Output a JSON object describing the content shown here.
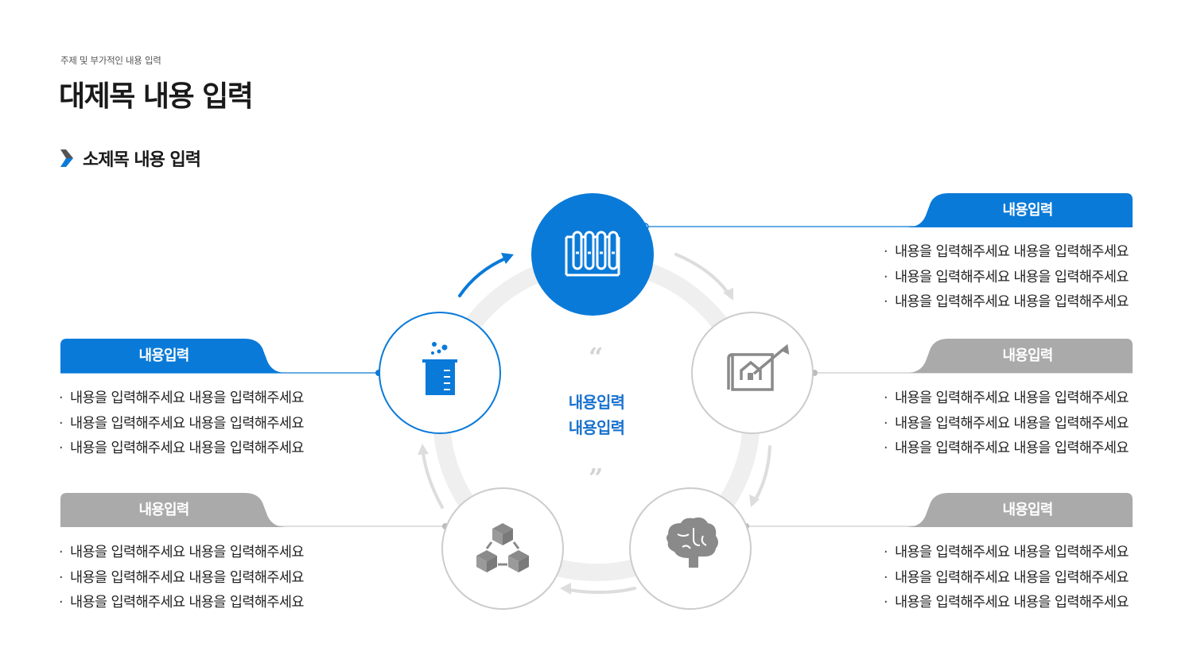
{
  "header": {
    "small_title": "주제 및 부가적인 내용 입력",
    "main_title": "대제목 내용 입력",
    "subtitle": "소제목 내용 입력"
  },
  "center": {
    "line1": "내용입력",
    "line2": "내용입력",
    "open_quote": "“",
    "close_quote": "”"
  },
  "colors": {
    "accent": "#0a7ad8",
    "gray_tab": "#aaaaaa",
    "ring": "#efefef",
    "arrow_gray": "#dddddd"
  },
  "nodes": [
    {
      "id": "top",
      "icon": "test-tubes-icon",
      "style": "filled-blue"
    },
    {
      "id": "right",
      "icon": "blueprint-house-icon",
      "style": "outline-gray"
    },
    {
      "id": "bottom-right",
      "icon": "brain-icon",
      "style": "outline-gray"
    },
    {
      "id": "bottom-left",
      "icon": "cubes-network-icon",
      "style": "outline-gray"
    },
    {
      "id": "left",
      "icon": "beaker-icon",
      "style": "outline-blue"
    }
  ],
  "panels": {
    "top_right": {
      "title": "내용입력",
      "color": "blue",
      "items": [
        "내용을 입력해주세요 내용을 입력해주세요",
        "내용을 입력해주세요 내용을 입력해주세요",
        "내용을 입력해주세요 내용을 입력해주세요"
      ]
    },
    "mid_right": {
      "title": "내용입력",
      "color": "gray",
      "items": [
        "내용을 입력해주세요 내용을 입력해주세요",
        "내용을 입력해주세요 내용을 입력해주세요",
        "내용을 입력해주세요 내용을 입력해주세요"
      ]
    },
    "bottom_right": {
      "title": "내용입력",
      "color": "gray",
      "items": [
        "내용을 입력해주세요 내용을 입력해주세요",
        "내용을 입력해주세요 내용을 입력해주세요",
        "내용을 입력해주세요 내용을 입력해주세요"
      ]
    },
    "mid_left": {
      "title": "내용입력",
      "color": "blue",
      "items": [
        "내용을 입력해주세요 내용을 입력해주세요",
        "내용을 입력해주세요 내용을 입력해주세요",
        "내용을 입력해주세요 내용을 입력해주세요"
      ]
    },
    "bottom_left": {
      "title": "내용입력",
      "color": "gray",
      "items": [
        "내용을 입력해주세요 내용을 입력해주세요",
        "내용을 입력해주세요 내용을 입력해주세요",
        "내용을 입력해주세요 내용을 입력해주세요"
      ]
    }
  }
}
